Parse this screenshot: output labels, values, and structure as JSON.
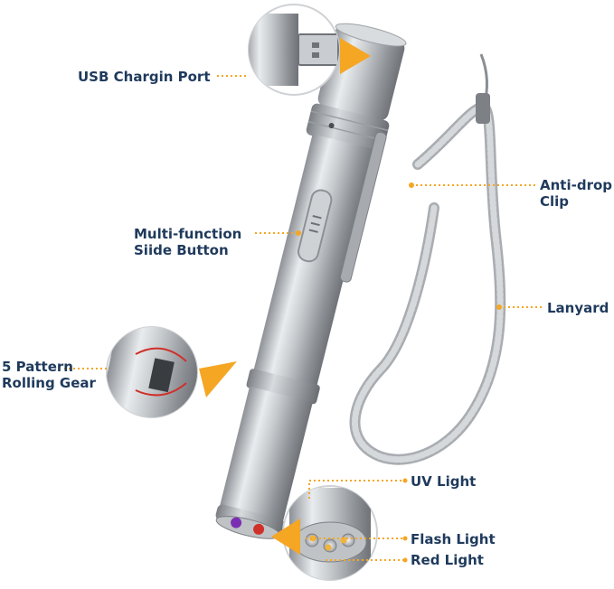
{
  "labels": {
    "usb": "USB Chargin Port",
    "clip_1": "Anti-drop",
    "clip_2": "Clip",
    "button_1": "Multi-function",
    "button_2": "Siide Button",
    "lanyard": "Lanyard",
    "gear_1": "5 Pattern",
    "gear_2": "Rolling Gear",
    "uv": "UV Light",
    "flash": "Flash Light",
    "red": "Red Light"
  },
  "colors": {
    "label_text": "#1f3a5c",
    "callout_orange": "#f5a623",
    "steel": "#b8bcc0",
    "laser_red": "#d0302a",
    "uv_purple": "#7a2fb3",
    "flash_yellow": "#f2b33a"
  }
}
